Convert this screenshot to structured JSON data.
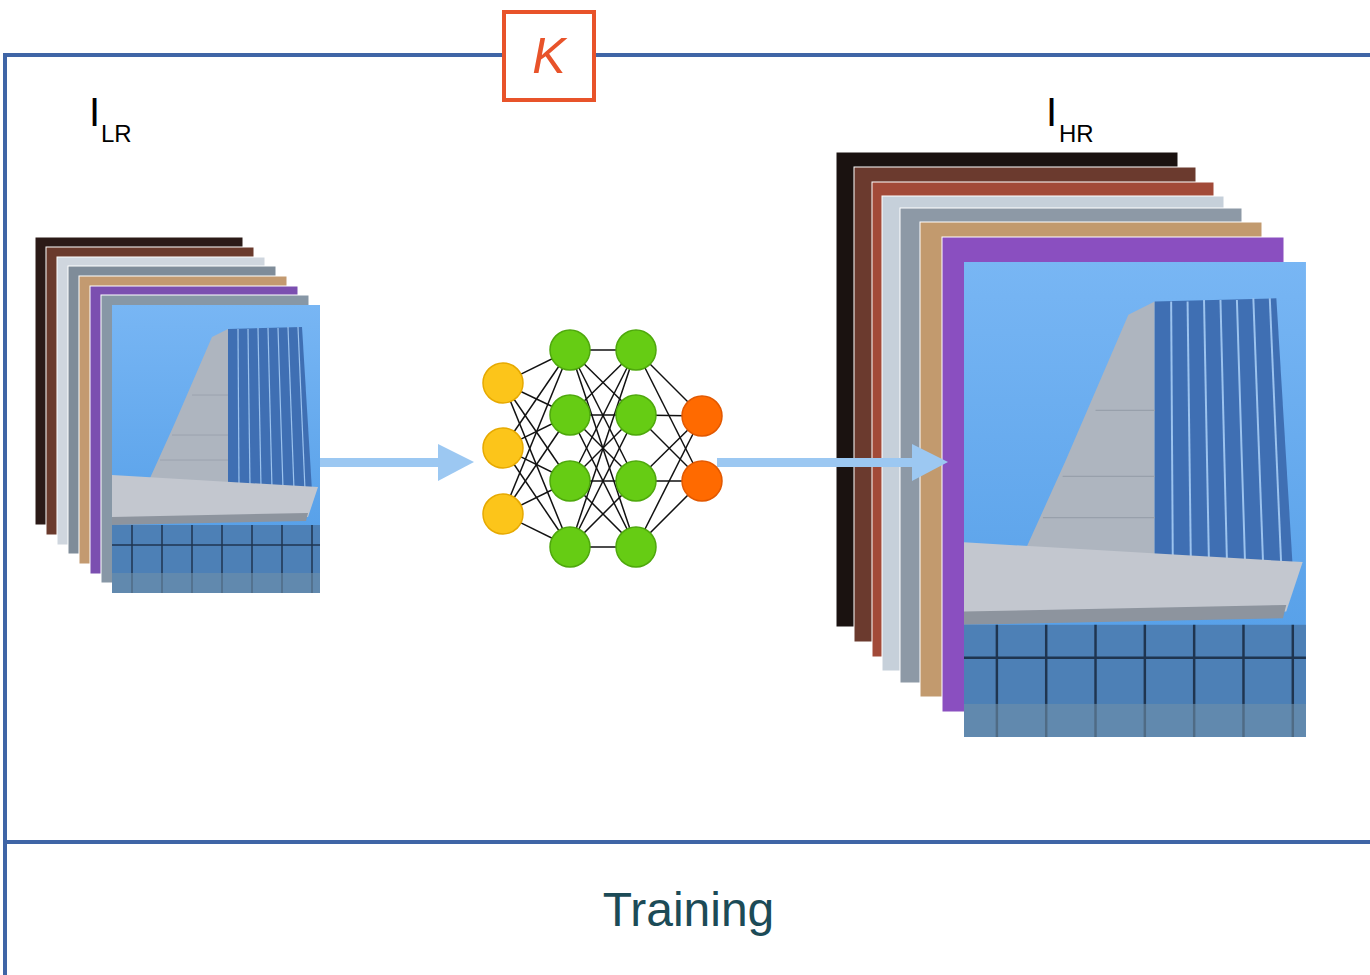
{
  "diagram": {
    "nodes": [
      {
        "text": [
          "K"
        ]
      },
      {
        "text": [
          "Training"
        ]
      }
    ],
    "labels": [
      "I",
      "LR",
      "I",
      "HR"
    ]
  }
}
